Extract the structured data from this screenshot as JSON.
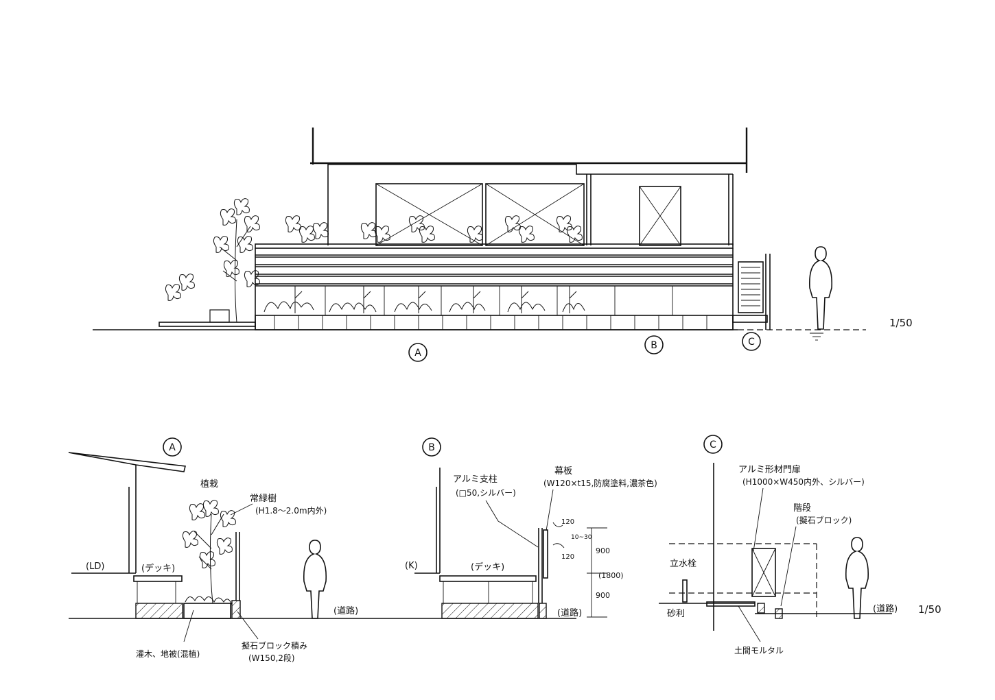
{
  "elevation": {
    "scale": "1/50",
    "markers": [
      "A",
      "B",
      "C"
    ]
  },
  "section_a": {
    "marker": "A",
    "planting_label": "植栽",
    "evergreen_label": "常緑樹",
    "evergreen_spec": "(H1.8～2.0m内外)",
    "room_label": "(LD)",
    "deck_label": "(デッキ)",
    "road_label": "(道路)",
    "shrub_label": "灌木、地被(混植)",
    "block_label": "擬石ブロック積み",
    "block_spec": "(W150,2段)"
  },
  "section_b": {
    "marker": "B",
    "post_label": "アルミ支柱",
    "post_spec": "(□50,シルバー)",
    "board_label": "幕板",
    "board_spec": "(W120×t15,防腐塗料,濃茶色)",
    "room_label": "(K)",
    "deck_label": "(デッキ)",
    "road_label": "(道路)",
    "dim_120_top": "120",
    "dim_gap": "10~30",
    "dim_120_bottom": "120",
    "dim_900_upper": "900",
    "dim_total": "(1800)",
    "dim_900_lower": "900"
  },
  "section_c": {
    "marker": "C",
    "gate_label": "アルミ形材門扉",
    "gate_spec": "(H1000×W450内外、シルバー)",
    "step_label": "階段",
    "step_spec": "(擬石ブロック)",
    "faucet_label": "立水栓",
    "gravel_label": "砂利",
    "road_label": "(道路)",
    "mortar_label": "土間モルタル",
    "scale": "1/50"
  }
}
